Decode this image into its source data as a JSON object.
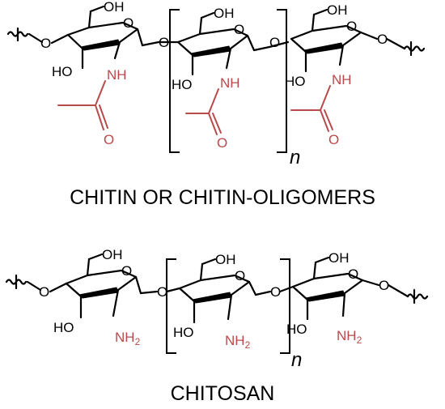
{
  "labels": {
    "chitin_caption": "CHITIN OR CHITIN-OLIGOMERS",
    "chitosan_caption": "CHITOSAN",
    "repeat_index": "n",
    "oh": "OH",
    "ho": "HO",
    "nh": "NH",
    "o": "O",
    "nh2_main": "NH",
    "nh2_sub": "2"
  },
  "colors": {
    "bonds": "#000000",
    "substituent_highlight": "#b84a4a",
    "background": "#ffffff"
  }
}
